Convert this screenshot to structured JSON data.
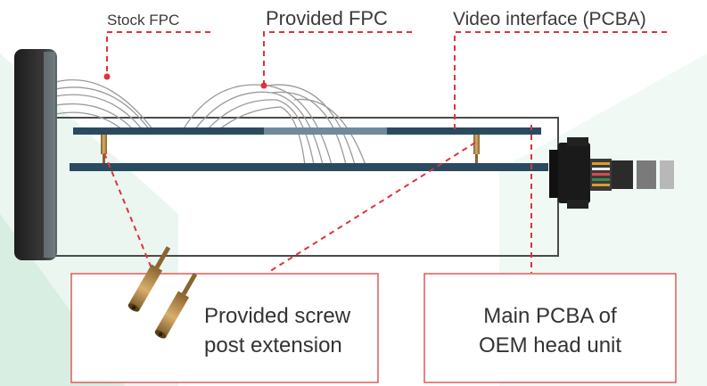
{
  "labels": {
    "stock_fpc": "Stock FPC",
    "provided_fpc": "Provided FPC",
    "video_interface": "Video interface (PCBA)"
  },
  "boxes": {
    "screw_post": [
      "Provided screw",
      "post extension"
    ],
    "main_pcba": [
      "Main PCBA of",
      "OEM head unit"
    ]
  },
  "colors": {
    "callout_line": "#e0323c",
    "box_border": "#e05a5a",
    "board": "#2a4a60",
    "board_highlight": "#6f8a9c",
    "green_accent": "#37a86a",
    "bezel": "#2b2b2b",
    "brass": "#b88a4a"
  },
  "icons": [
    "screw-post-icon",
    "connector-icon",
    "bezel-icon"
  ]
}
